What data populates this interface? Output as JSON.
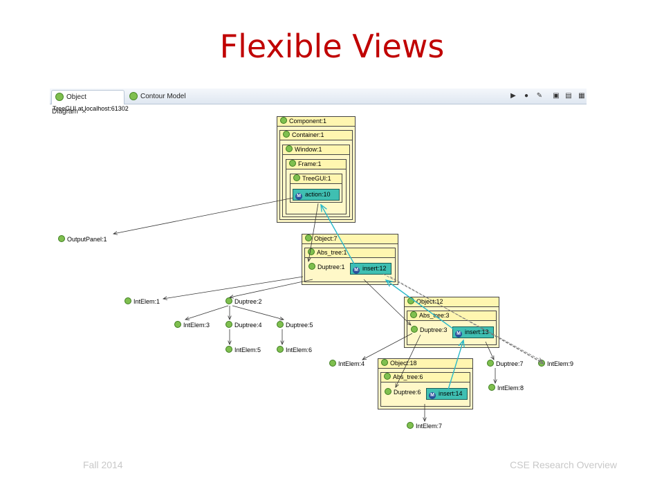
{
  "slide": {
    "title": "Flexible Views",
    "footer_left": "Fall 2014",
    "footer_right": "CSE Research Overview"
  },
  "window": {
    "tabs": [
      {
        "label": "Object Diagram",
        "active": true
      },
      {
        "label": "Contour Model",
        "active": false
      }
    ],
    "subtitle": "TreeGUI at localhost:61302"
  },
  "diagram": {
    "component": "Component:1",
    "container": "Container:1",
    "window": "Window:1",
    "frame": "Frame:1",
    "treegui": "TreeGUI:1",
    "action": "action:10",
    "output_panel": "OutputPanel:1",
    "object7": "Object:7",
    "abs_tree1": "Abs_tree:1",
    "duptree1": "Duptree:1",
    "insert12": "insert:12",
    "intelem1": "IntElem:1",
    "duptree2": "Duptree:2",
    "intelem3": "IntElem:3",
    "duptree4": "Duptree:4",
    "duptree5": "Duptree:5",
    "intelem5": "IntElem:5",
    "intelem6": "IntElem:6",
    "object12": "Object:12",
    "abs_tree3": "Abs_tree:3",
    "duptree3": "Duptree:3",
    "insert13": "insert:13",
    "intelem4": "IntElem:4",
    "object18": "Object:18",
    "abs_tree6": "Abs_tree:6",
    "duptree6": "Duptree:6",
    "insert14": "insert:14",
    "duptree7": "Duptree:7",
    "intelem9": "IntElem:9",
    "intelem8": "IntElem:8",
    "intelem7": "IntElem:7"
  },
  "icons": {
    "class_icon": "class-instance-icon",
    "method_icon": "method-icon",
    "method_letter": "M"
  },
  "colors": {
    "title": "#c00000",
    "object_fill": "#fff8c8",
    "method_fill": "#3fbfb2",
    "call_line": "#2ab8c8"
  }
}
